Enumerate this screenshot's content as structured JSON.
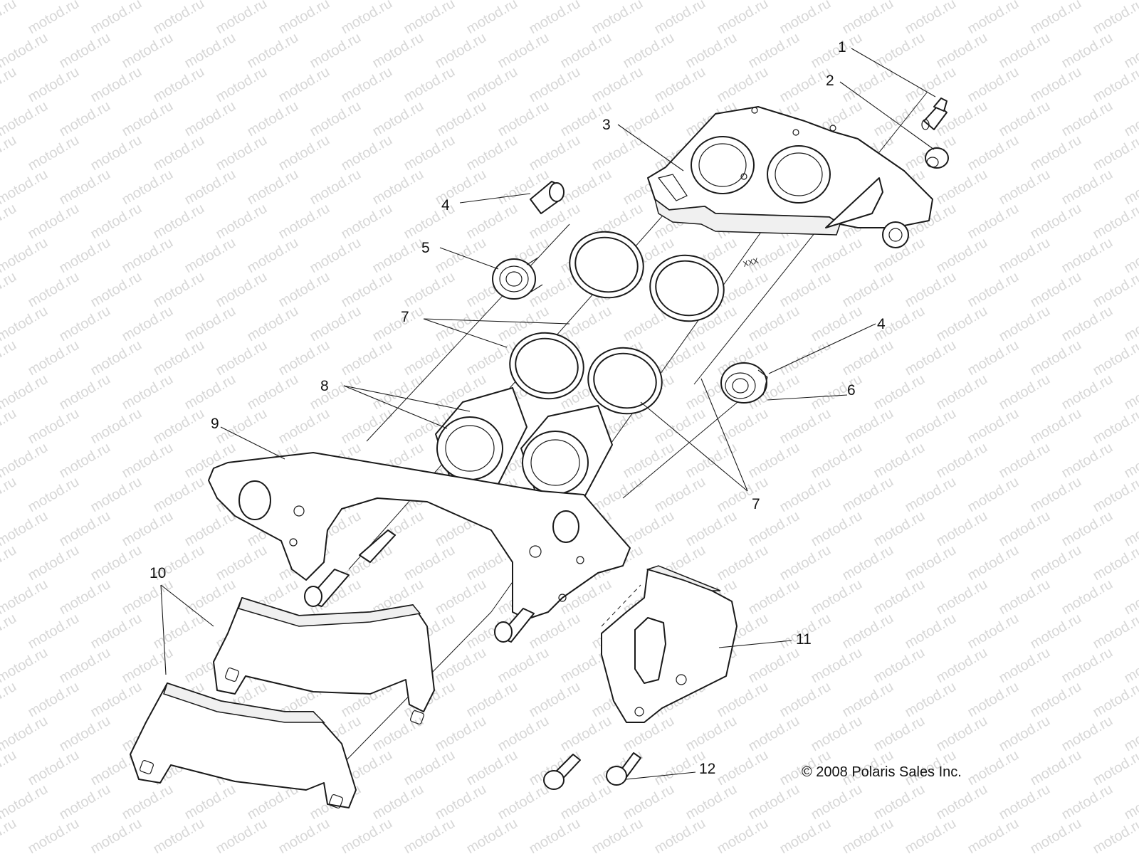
{
  "watermark": "motod.ru",
  "copyright": "© 2008 Polaris Sales Inc.",
  "caliper_marking": "XXX",
  "callouts": [
    {
      "id": "c1",
      "label": "1"
    },
    {
      "id": "c2",
      "label": "2"
    },
    {
      "id": "c3",
      "label": "3"
    },
    {
      "id": "c4a",
      "label": "4"
    },
    {
      "id": "c5",
      "label": "5"
    },
    {
      "id": "c4b",
      "label": "4"
    },
    {
      "id": "c6",
      "label": "6"
    },
    {
      "id": "c7a",
      "label": "7"
    },
    {
      "id": "c7b",
      "label": "7"
    },
    {
      "id": "c8",
      "label": "8"
    },
    {
      "id": "c9",
      "label": "9"
    },
    {
      "id": "c10",
      "label": "10"
    },
    {
      "id": "c11",
      "label": "11"
    },
    {
      "id": "c12",
      "label": "12"
    }
  ]
}
